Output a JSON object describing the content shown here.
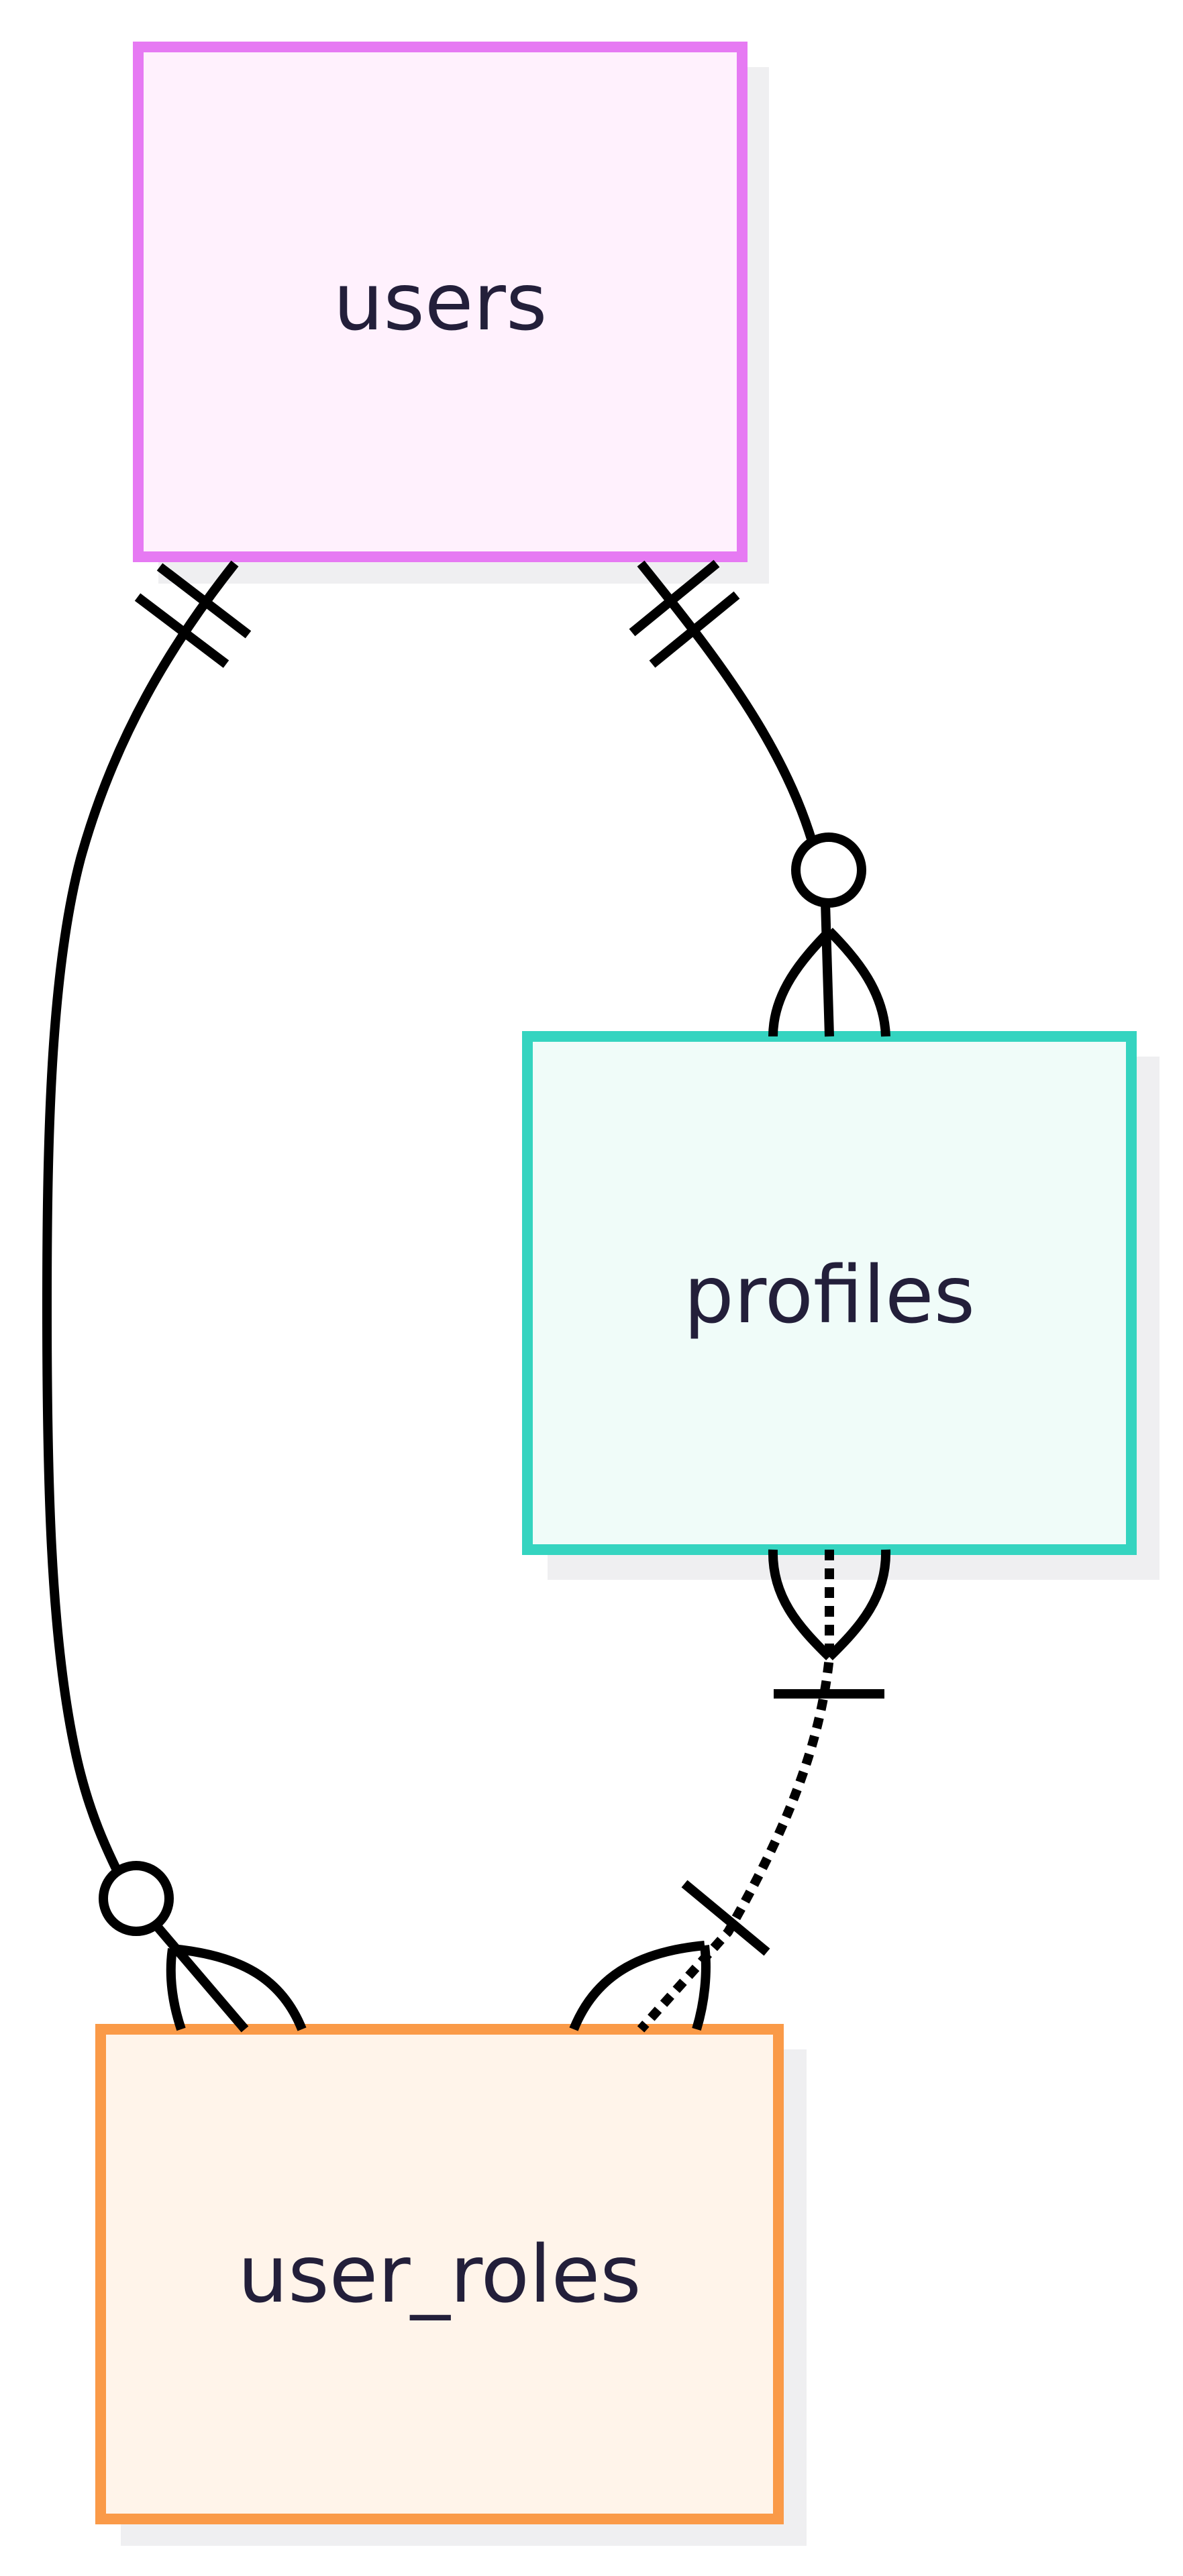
{
  "diagram": {
    "type": "entity-relationship",
    "entities": [
      {
        "id": "users",
        "label": "users",
        "fill": "#fff1fd",
        "stroke": "#e67af3"
      },
      {
        "id": "profiles",
        "label": "profiles",
        "fill": "#f0fcf9",
        "stroke": "#35d4c0"
      },
      {
        "id": "user_roles",
        "label": "user_roles",
        "fill": "#fff4ea",
        "stroke": "#fa9a48"
      }
    ],
    "relationships": [
      {
        "from": "users",
        "to": "profiles",
        "from_cardinality": "exactly-one",
        "to_cardinality": "zero-or-more",
        "line": "solid"
      },
      {
        "from": "users",
        "to": "user_roles",
        "from_cardinality": "exactly-one",
        "to_cardinality": "zero-or-more",
        "line": "solid"
      },
      {
        "from": "profiles",
        "to": "user_roles",
        "from_cardinality": "one-or-more",
        "to_cardinality": "one-or-more",
        "line": "dotted"
      }
    ]
  }
}
